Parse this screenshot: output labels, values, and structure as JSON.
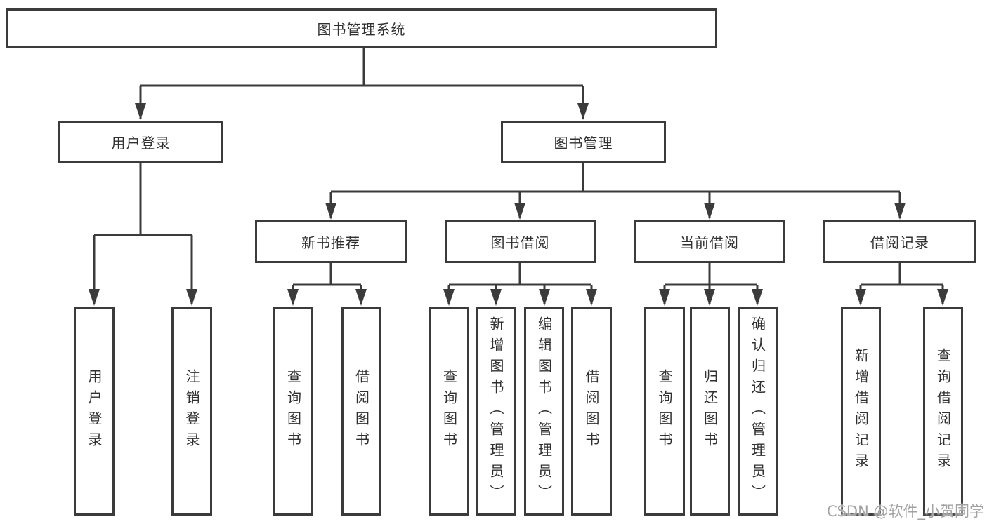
{
  "root": {
    "label": "图书管理系统"
  },
  "level2": [
    {
      "label": "用户登录"
    },
    {
      "label": "图书管理"
    }
  ],
  "level3": [
    {
      "label": "新书推荐"
    },
    {
      "label": "图书借阅"
    },
    {
      "label": "当前借阅"
    },
    {
      "label": "借阅记录"
    }
  ],
  "leaves": [
    {
      "parent": "用户登录",
      "label": "用户登录"
    },
    {
      "parent": "用户登录",
      "label": "注销登录"
    },
    {
      "parent": "新书推荐",
      "label": "查询图书"
    },
    {
      "parent": "新书推荐",
      "label": "借阅图书"
    },
    {
      "parent": "图书借阅",
      "label": "查询图书"
    },
    {
      "parent": "图书借阅",
      "label": "新增图书（管理员）"
    },
    {
      "parent": "图书借阅",
      "label": "编辑图书（管理员）"
    },
    {
      "parent": "图书借阅",
      "label": "借阅图书"
    },
    {
      "parent": "当前借阅",
      "label": "查询图书"
    },
    {
      "parent": "当前借阅",
      "label": "归还图书"
    },
    {
      "parent": "当前借阅",
      "label": "确认归还（管理员）"
    },
    {
      "parent": "借阅记录",
      "label": "新增借阅记录"
    },
    {
      "parent": "借阅记录",
      "label": "查询借阅记录"
    }
  ],
  "watermark": {
    "text": "CSDN @软件_小贺同学"
  },
  "colors": {
    "line": "#3b3b3b",
    "text": "#303030",
    "watermark": "#a2a2a2",
    "background": "#ffffff"
  }
}
